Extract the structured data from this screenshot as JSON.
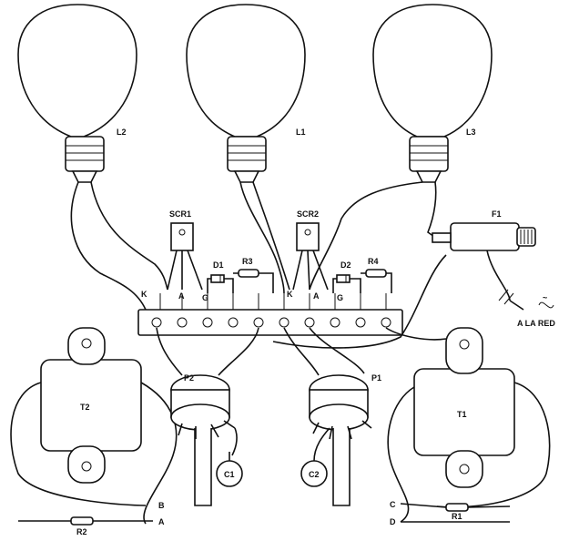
{
  "labels": {
    "lamp_left": "L2",
    "lamp_center": "L1",
    "lamp_right": "L3",
    "scr_left": "SCR1",
    "scr_right": "SCR2",
    "diode_left": "D1",
    "diode_right": "D2",
    "res_r3": "R3",
    "res_r4": "R4",
    "fuse": "F1",
    "mains": "A LA RED",
    "trafo_left": "T2",
    "trafo_right": "T1",
    "pot_left": "P2",
    "pot_right": "P1",
    "cap_left": "C1",
    "cap_right": "C2",
    "res_r1": "R1",
    "res_r2": "R2",
    "term_k1": "K",
    "term_a1": "A",
    "term_g1": "G",
    "term_k2": "K",
    "term_a2": "A",
    "term_g2": "G",
    "out_b": "B",
    "out_a": "A",
    "out_c": "C",
    "out_d": "D",
    "tilde": "~"
  }
}
